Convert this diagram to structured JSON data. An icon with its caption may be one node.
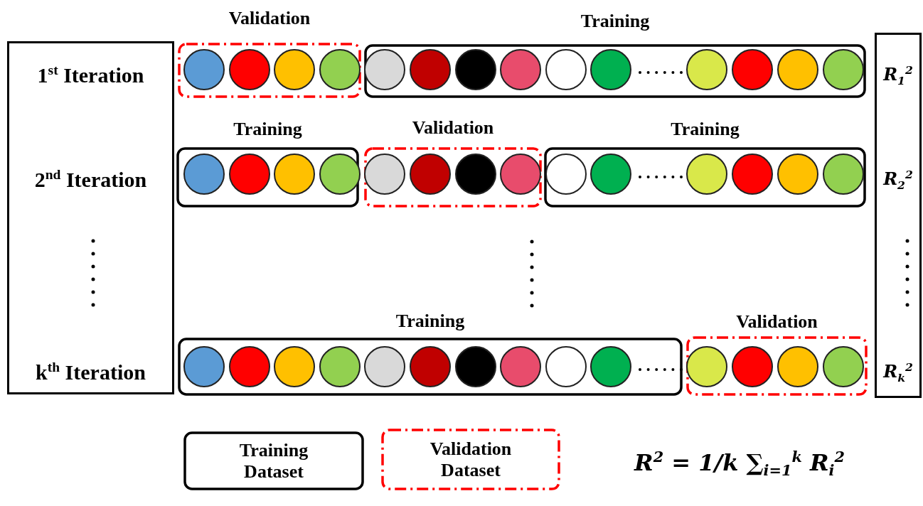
{
  "diagram": {
    "nodes": [
      {
        "text": [
          "1$^{st}$ Iteration",
          "2$^{nd}$ Iteration",
          "k$^{th}$ Iteration"
        ]
      },
      {
        "text": [
          "Validation"
        ]
      },
      {
        "text": [],
        "shape": "circle",
        "in": 1
      },
      {
        "text": [],
        "shape": "circle",
        "in": 1
      },
      {
        "text": [],
        "shape": "circle",
        "in": 1
      },
      {
        "text": [],
        "shape": "circle",
        "in": 1
      },
      {
        "text": [
          "Training"
        ]
      },
      {
        "text": [],
        "shape": "circle",
        "in": 6
      },
      {
        "text": [],
        "shape": "circle",
        "in": 6
      },
      {
        "text": [],
        "shape": "circle",
        "in": 6
      },
      {
        "text": [],
        "shape": "circle",
        "in": 6
      },
      {
        "text": [],
        "shape": "circle",
        "in": 6
      },
      {
        "text": [],
        "shape": "circle",
        "in": 6
      },
      {
        "text": [],
        "shape": "circle",
        "in": 6
      },
      {
        "text": [],
        "shape": "circle",
        "in": 6
      },
      {
        "text": [],
        "shape": "circle",
        "in": 6
      },
      {
        "text": [],
        "shape": "circle",
        "in": 6
      },
      {
        "text": [
          "Training"
        ]
      },
      {
        "text": [],
        "shape": "circle",
        "in": 17
      },
      {
        "text": [],
        "shape": "circle",
        "in": 17
      },
      {
        "text": [],
        "shape": "circle",
        "in": 17
      },
      {
        "text": [],
        "shape": "circle",
        "in": 17
      },
      {
        "text": [
          "Validation"
        ]
      },
      {
        "text": [],
        "shape": "circle",
        "in": 22
      },
      {
        "text": [],
        "shape": "circle",
        "in": 22
      },
      {
        "text": [],
        "shape": "circle",
        "in": 22
      },
      {
        "text": [],
        "shape": "circle",
        "in": 22
      },
      {
        "text": [
          "Training"
        ]
      },
      {
        "text": [],
        "shape": "circle",
        "in": 27
      },
      {
        "text": [],
        "shape": "circle",
        "in": 27
      },
      {
        "text": [],
        "shape": "circle",
        "in": 27
      },
      {
        "text": [],
        "shape": "circle",
        "in": 27
      },
      {
        "text": [],
        "shape": "circle",
        "in": 27
      },
      {
        "text": [],
        "shape": "circle",
        "in": 27
      },
      {
        "text": [
          "Training"
        ]
      },
      {
        "text": [],
        "shape": "circle",
        "in": 34
      },
      {
        "text": [],
        "shape": "circle",
        "in": 34
      },
      {
        "text": [],
        "shape": "circle",
        "in": 34
      },
      {
        "text": [],
        "shape": "circle",
        "in": 34
      },
      {
        "text": [],
        "shape": "circle",
        "in": 34
      },
      {
        "text": [],
        "shape": "circle",
        "in": 34
      },
      {
        "text": [],
        "shape": "circle",
        "in": 34
      },
      {
        "text": [],
        "shape": "circle",
        "in": 34
      },
      {
        "text": [],
        "shape": "circle",
        "in": 34
      },
      {
        "text": [],
        "shape": "circle",
        "in": 34
      },
      {
        "text": [
          "Validation"
        ]
      },
      {
        "text": [],
        "shape": "circle",
        "in": 45
      },
      {
        "text": [],
        "shape": "circle",
        "in": 45
      },
      {
        "text": [],
        "shape": "circle",
        "in": 45
      },
      {
        "text": [],
        "shape": "circle",
        "in": 45
      },
      {
        "text": [
          "R$_{1}$$^{2}$",
          "R$_{2}$$^{2}$",
          "R$_{k}$$^{2}$"
        ]
      }
    ],
    "labels": [
      "R$^{2}$ = 1/k ∑$_{i=1}$$^{k}$ R$_{i}$$^{2}$"
    ],
    "legend": [
      {
        "text": "Training Dataset"
      },
      {
        "text": "Validation Dataset"
      }
    ]
  }
}
